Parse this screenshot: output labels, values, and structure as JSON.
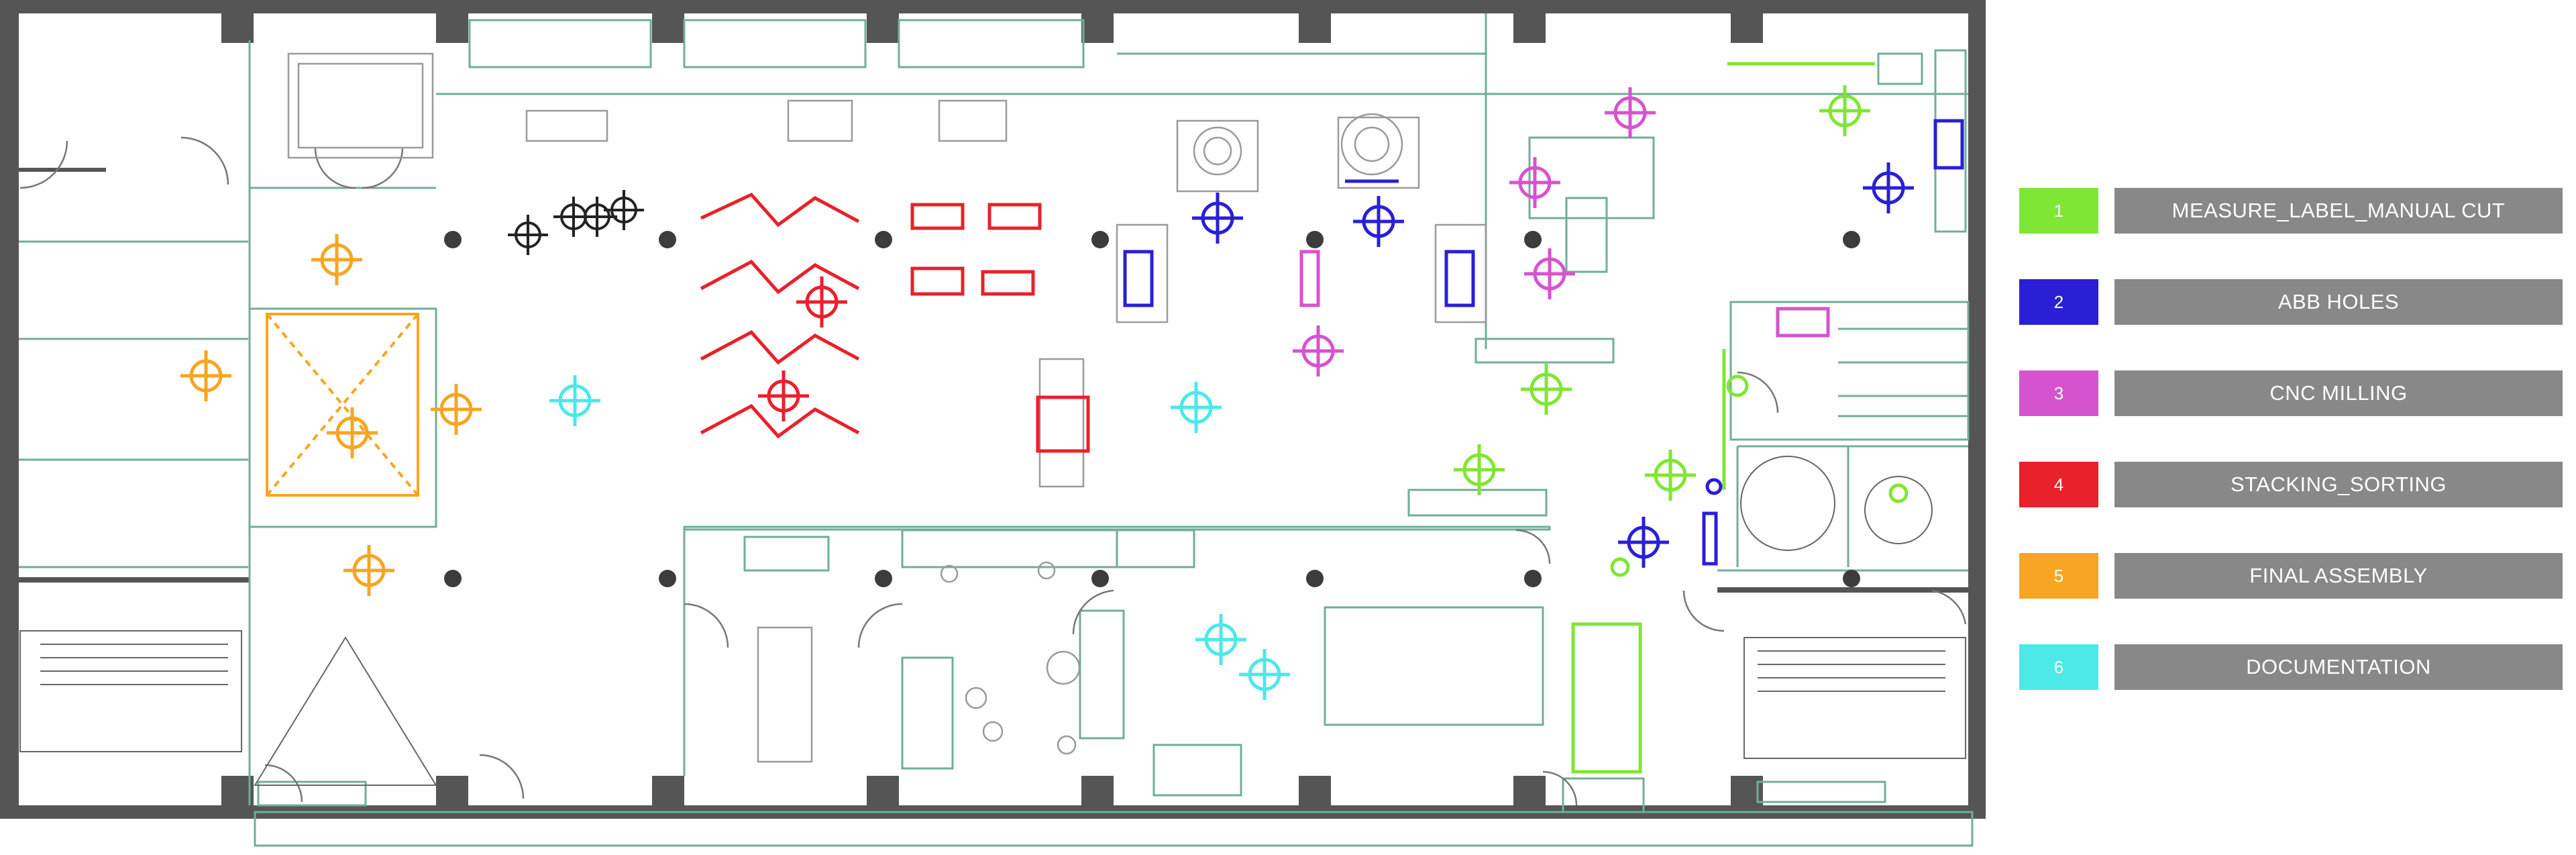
{
  "legend": [
    {
      "number": "1",
      "label": "MEASURE_LABEL_MANUAL CUT",
      "color": "#80e635"
    },
    {
      "number": "2",
      "label": "ABB HOLES",
      "color": "#2a1fd6"
    },
    {
      "number": "3",
      "label": "CNC MILLING",
      "color": "#d653cf"
    },
    {
      "number": "4",
      "label": "STACKING_SORTING",
      "color": "#e8212b"
    },
    {
      "number": "5",
      "label": "FINAL ASSEMBLY",
      "color": "#f7a522"
    },
    {
      "number": "6",
      "label": "DOCUMENTATION",
      "color": "#4de8e8"
    }
  ],
  "markers": {
    "1": 7,
    "2": 5,
    "3": 4,
    "4": 2,
    "5": 5,
    "6": 4
  },
  "colors": {
    "wall": "#555555",
    "plan_line": "#6fae9a",
    "furniture": "#9a9a9a",
    "column": "#3c3c3c",
    "existing_marker": "#222222"
  }
}
